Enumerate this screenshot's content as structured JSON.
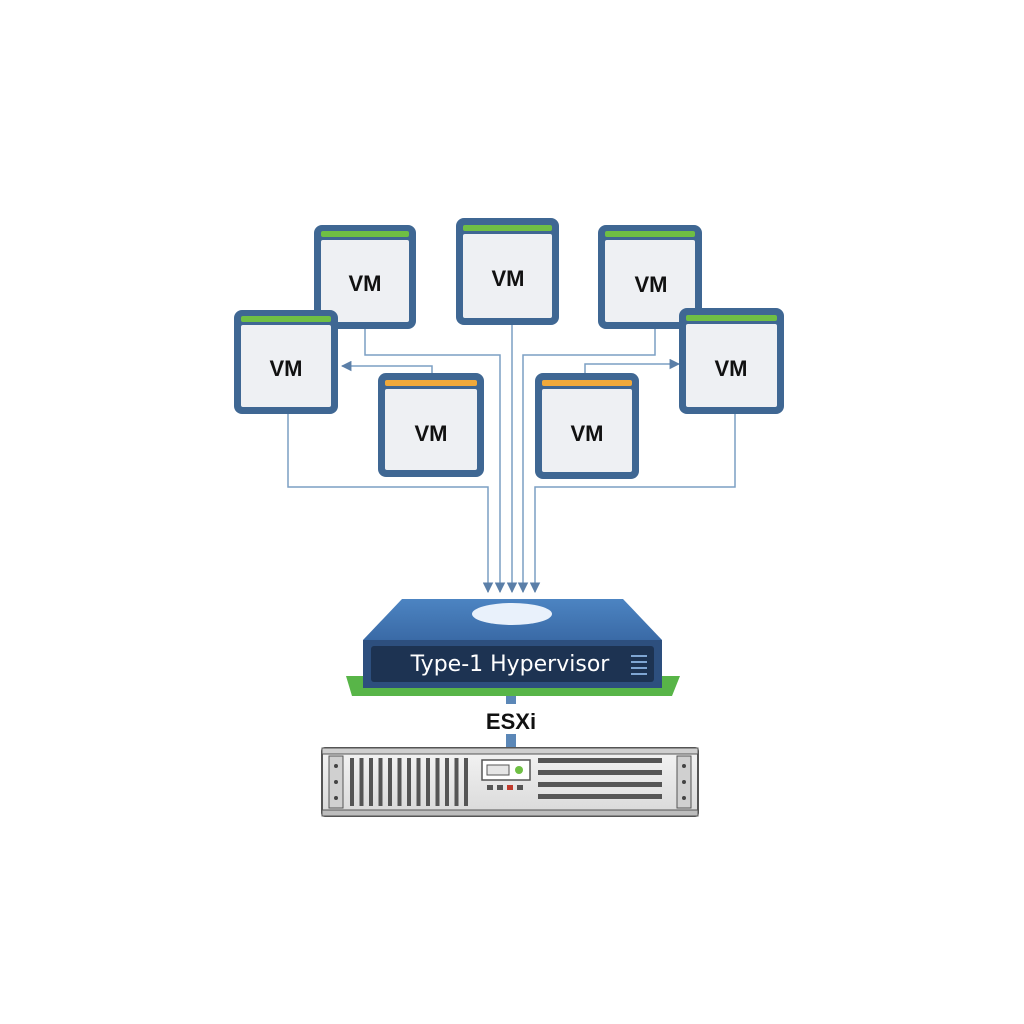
{
  "diagram": {
    "vms": [
      {
        "label": "VM",
        "titlebar": "green"
      },
      {
        "label": "VM",
        "titlebar": "green"
      },
      {
        "label": "VM",
        "titlebar": "green"
      },
      {
        "label": "VM",
        "titlebar": "green"
      },
      {
        "label": "VM",
        "titlebar": "green"
      },
      {
        "label": "VM",
        "titlebar": "orange"
      },
      {
        "label": "VM",
        "titlebar": "orange"
      }
    ],
    "hypervisor": {
      "label": "Type-1 Hypervisor"
    },
    "host": {
      "label": "ESXi"
    }
  },
  "colors": {
    "vm_border": "#3f6793",
    "vm_fill": "#eef0f3",
    "titlebar_green": "#6fbf44",
    "titlebar_orange": "#f0a93a",
    "connector": "#7c9fc4",
    "hypervisor_top": "#3f74b3",
    "hypervisor_face": "#2d4f7e",
    "hypervisor_label_panel": "#1d3352",
    "board_green": "#58b548",
    "server_chassis": "#e9e9e9",
    "server_led": "#6fbf44"
  }
}
